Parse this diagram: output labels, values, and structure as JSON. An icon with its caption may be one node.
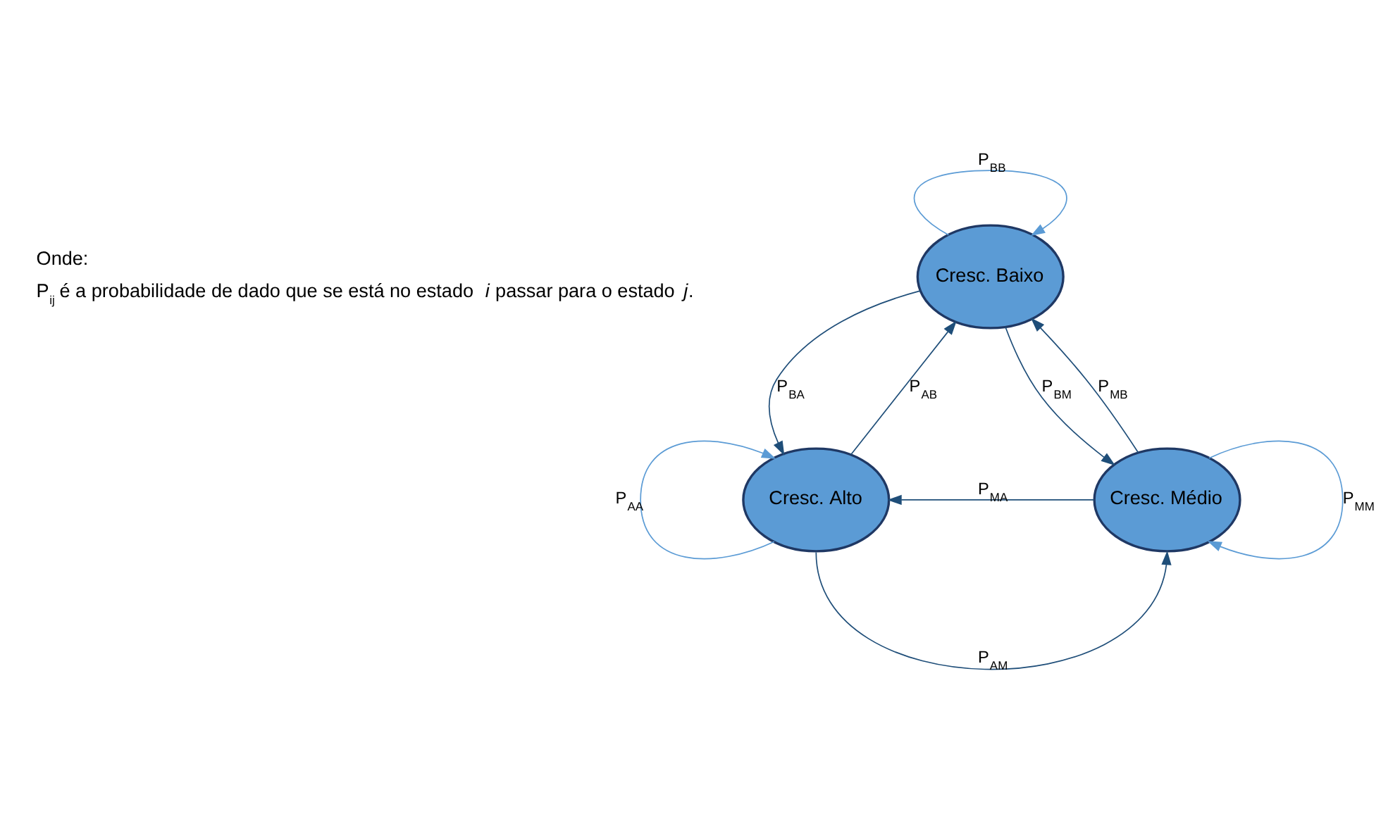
{
  "diagram": {
    "nodes": [
      {
        "text": [
          "Cresc. Baixo"
        ]
      },
      {
        "text": [
          "Cresc. Alto"
        ]
      },
      {
        "text": [
          "Cresc. Médio"
        ]
      }
    ],
    "edges": [
      {
        "from": 0,
        "to": 0,
        "arrow": "to",
        "label": "P$_{BB}$",
        "color": "#5b9bd5"
      },
      {
        "from": 0,
        "to": 1,
        "arrow": "to",
        "label": "P$_{BA}$"
      },
      {
        "from": 1,
        "to": 0,
        "arrow": "to",
        "label": "P$_{AB}$"
      },
      {
        "from": 0,
        "to": 2,
        "arrow": "to",
        "label": "P$_{BM}$"
      },
      {
        "from": 2,
        "to": 0,
        "arrow": "to",
        "label": "P$_{MB}$"
      },
      {
        "from": 1,
        "to": 1,
        "arrow": "to",
        "label": "P$_{AA}$",
        "color": "#5b9bd5"
      },
      {
        "from": 2,
        "to": 1,
        "arrow": "to",
        "label": "P$_{MA}$"
      },
      {
        "from": 1,
        "to": 2,
        "arrow": "to",
        "label": "P$_{AM}$"
      },
      {
        "from": 2,
        "to": 2,
        "arrow": "to",
        "label": "P$_{MM}$",
        "color": "#5b9bd5"
      }
    ],
    "labels": [
      "Onde:",
      "P$_{ij}$ é a probabilidade de dado que se está no estado *i* passar para o estado *j*."
    ]
  }
}
